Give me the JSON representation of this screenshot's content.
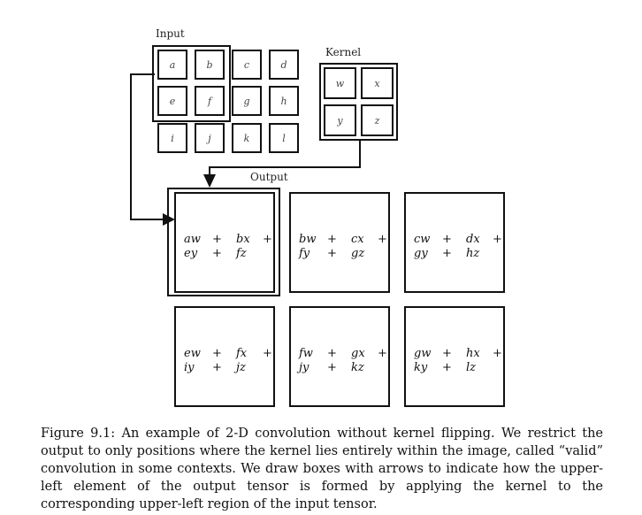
{
  "figure": {
    "input_label": "Input",
    "kernel_label": "Kernel",
    "output_label": "Output",
    "input_grid": [
      [
        "a",
        "b",
        "c",
        "d"
      ],
      [
        "e",
        "f",
        "g",
        "h"
      ],
      [
        "i",
        "j",
        "k",
        "l"
      ]
    ],
    "kernel_grid": [
      [
        "w",
        "x"
      ],
      [
        "y",
        "z"
      ]
    ],
    "output_boxes": [
      {
        "line1": [
          "aw",
          "+",
          "bx",
          "+"
        ],
        "line2": [
          "ey",
          "+",
          "fz"
        ]
      },
      {
        "line1": [
          "bw",
          "+",
          "cx",
          "+"
        ],
        "line2": [
          "fy",
          "+",
          "gz"
        ]
      },
      {
        "line1": [
          "cw",
          "+",
          "dx",
          "+"
        ],
        "line2": [
          "gy",
          "+",
          "hz"
        ]
      },
      {
        "line1": [
          "ew",
          "+",
          "fx",
          "+"
        ],
        "line2": [
          "iy",
          "+",
          "jz"
        ]
      },
      {
        "line1": [
          "fw",
          "+",
          "gx",
          "+"
        ],
        "line2": [
          "jy",
          "+",
          "kz"
        ]
      },
      {
        "line1": [
          "gw",
          "+",
          "hx",
          "+"
        ],
        "line2": [
          "ky",
          "+",
          "lz"
        ]
      }
    ]
  },
  "caption": "Figure 9.1: An example of 2-D convolution without kernel flipping. We restrict the output to only positions where the kernel lies entirely within the image, called “valid” convolution in some contexts. We draw boxes with arrows to indicate how the upper-left element of the output tensor is formed by applying the kernel to the corresponding upper-left region of the input tensor."
}
